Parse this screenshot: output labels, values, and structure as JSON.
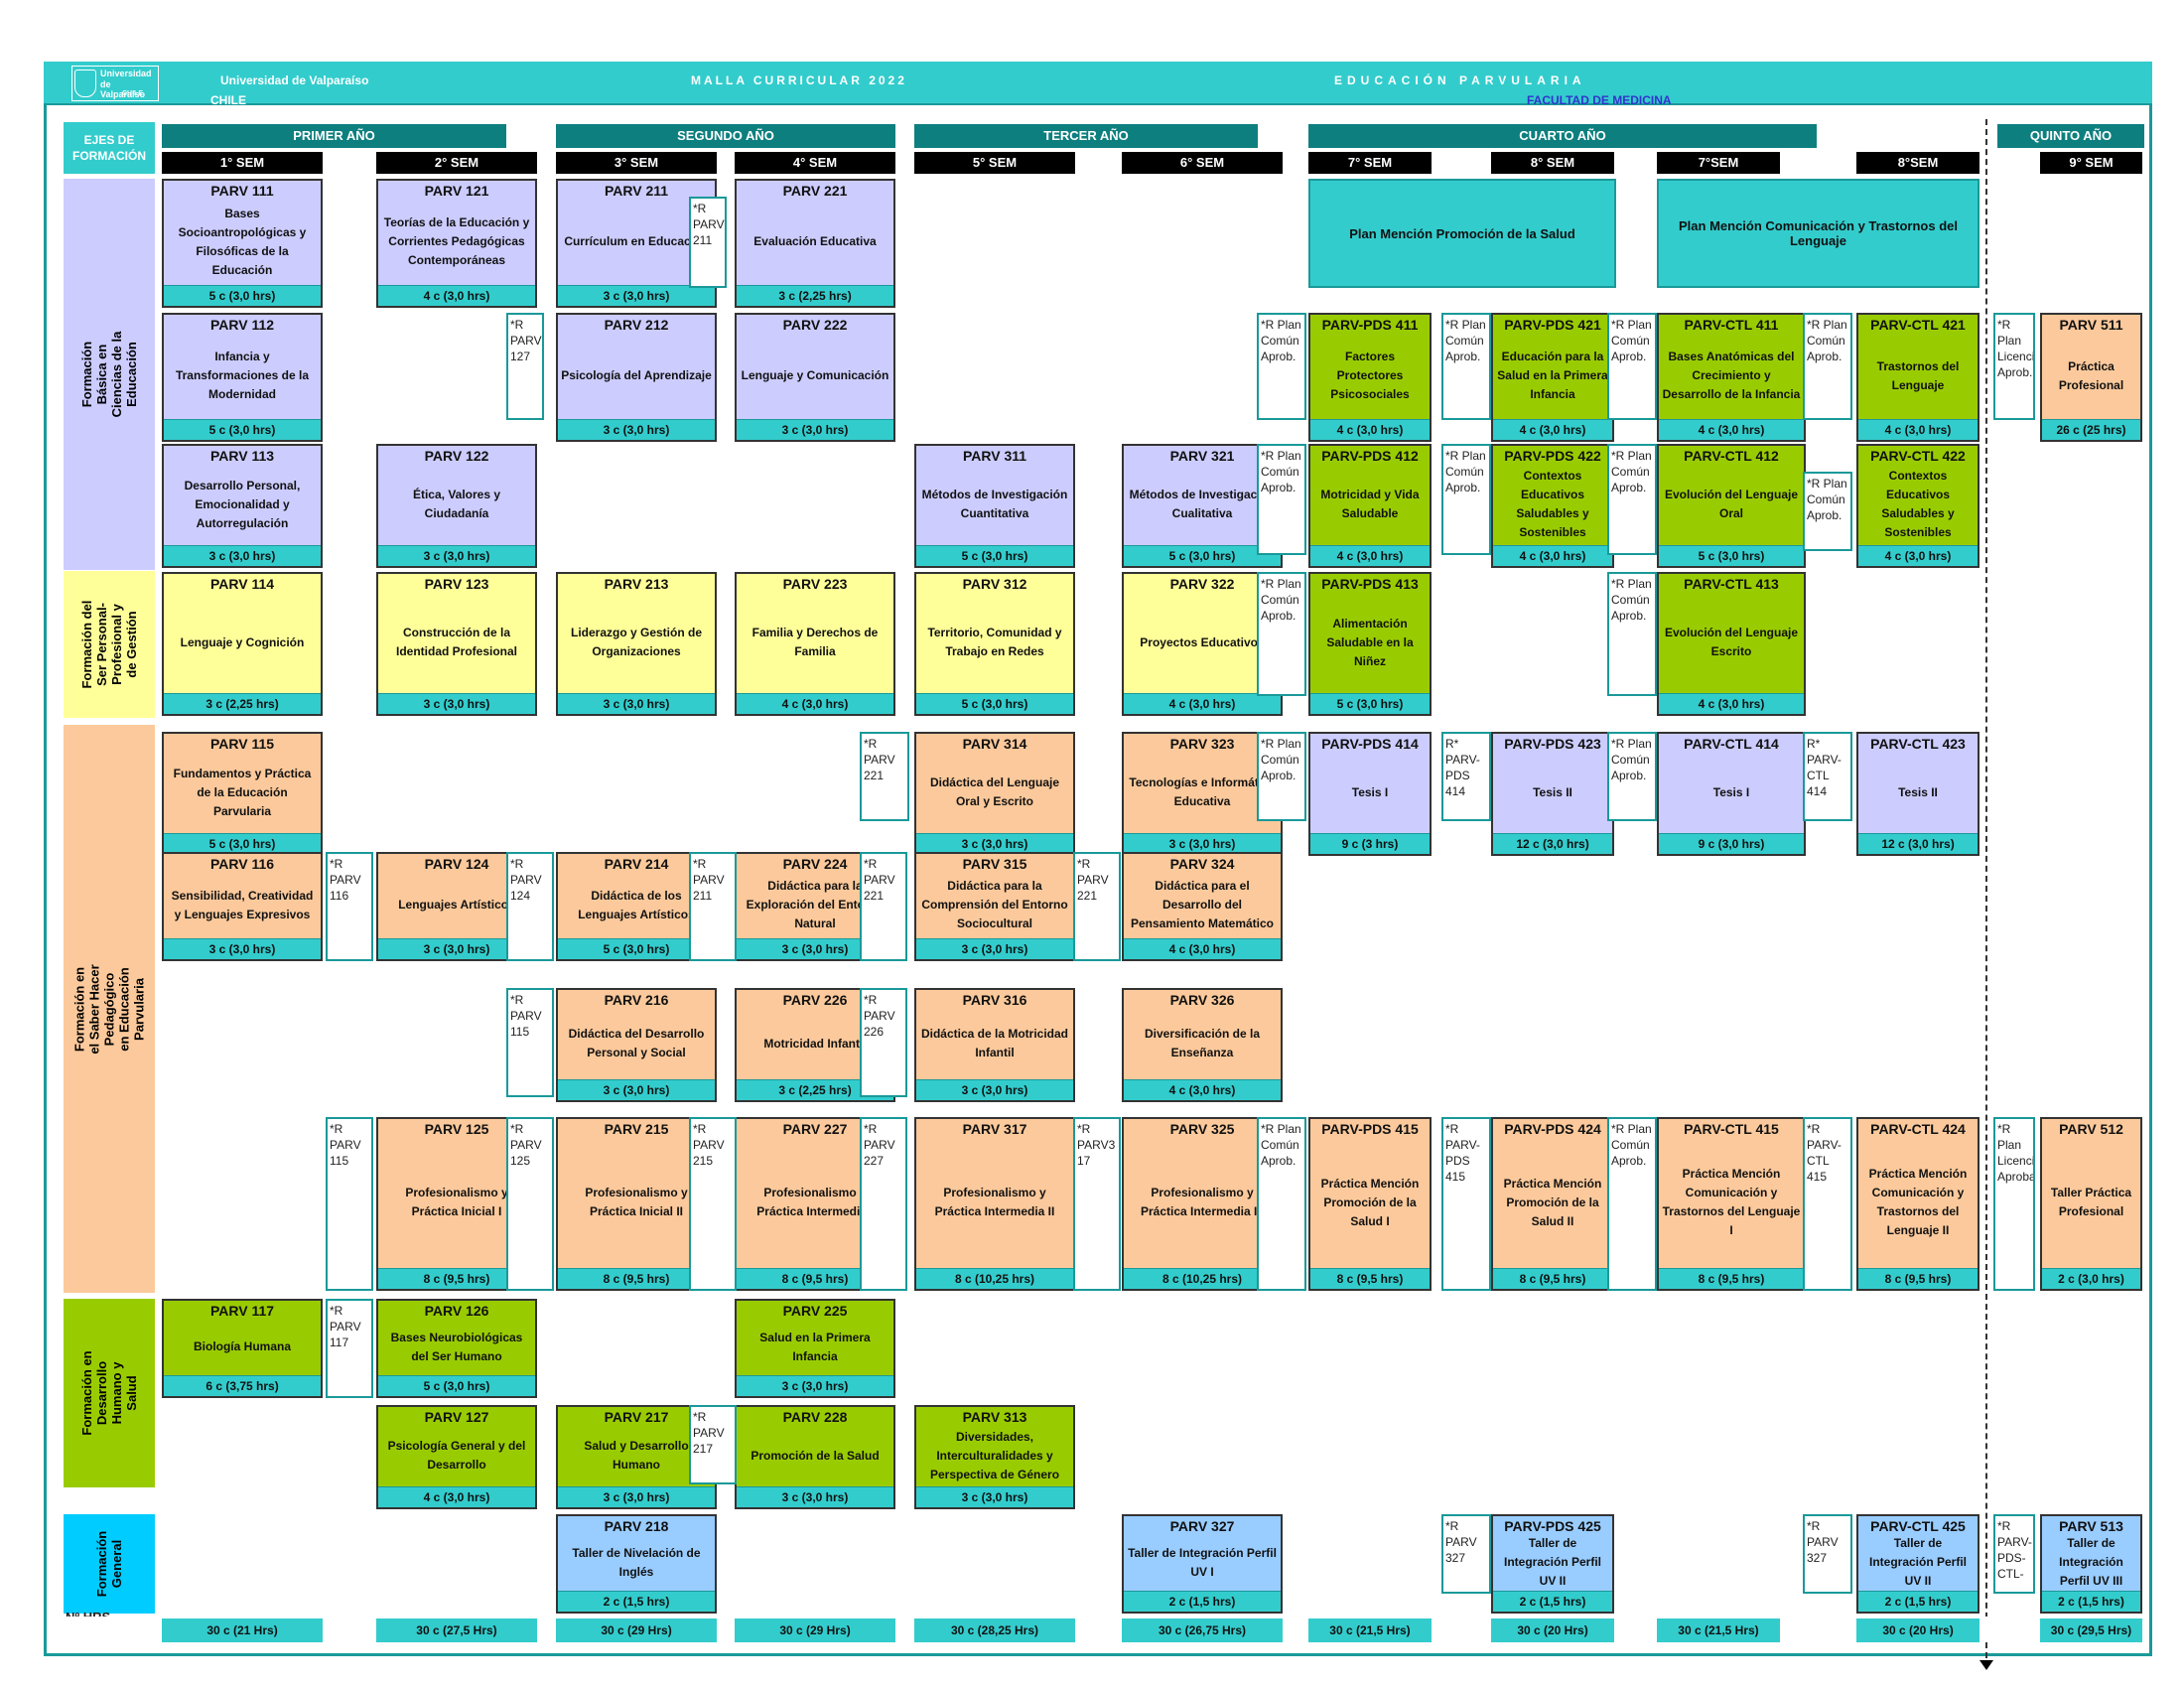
{
  "header": {
    "logo_lines": [
      "Universidad",
      "de Valparaíso",
      "CHILE"
    ],
    "university": "Universidad de Valparaíso",
    "country": "CHILE",
    "malla": "MALLA CURRICULAR 2022",
    "career": "EDUCACIÓN  PARVULARIA",
    "faculty": "FACULTAD DE MEDICINA"
  },
  "axes_header": "EJES DE FORMACIÓN",
  "years": [
    "PRIMER AÑO",
    "SEGUNDO AÑO",
    "TERCER AÑO",
    "CUARTO AÑO",
    "QUINTO AÑO"
  ],
  "semesters": [
    "1° SEM",
    "2° SEM",
    "3° SEM",
    "4° SEM",
    "5° SEM",
    "6° SEM",
    "7° SEM",
    "8° SEM",
    "7°SEM",
    "8°SEM",
    "9° SEM"
  ],
  "axes": [
    "Formación Básica en Ciencias de la Educación",
    "Formación del Ser Personal-Profesional y de Gestión",
    "Formación en el Saber Hacer Pedagógico en Educación Parvularia",
    "Formación en Desarrollo Humano y Salud",
    "Formación General"
  ],
  "plans": [
    "Plan Mención Promoción de la Salud",
    "Plan Mención Comunicación y Trastornos del Lenguaje"
  ],
  "courses": [
    {
      "code": "PARV  111",
      "name": "Bases Socioantropológicas y Filosóficas de la Educación",
      "credits": "5 c (3,0 hrs)",
      "color": "purple"
    },
    {
      "code": "PARV  121",
      "name": "Teorías de la Educación y Corrientes Pedagógicas Contemporáneas",
      "credits": "4 c (3,0 hrs)",
      "color": "purple"
    },
    {
      "code": "PARV  211",
      "name": "Currículum en Educación",
      "credits": "3 c (3,0 hrs)",
      "color": "purple"
    },
    {
      "code": "PARV  221",
      "name": "Evaluación Educativa",
      "credits": "3 c (2,25 hrs)",
      "color": "purple"
    },
    {
      "code": "PARV  112",
      "name": "Infancia y Transformaciones  de la Modernidad",
      "credits": "5 c (3,0 hrs)",
      "color": "purple"
    },
    {
      "code": "PARV  212",
      "name": "Psicología del Aprendizaje",
      "credits": "3 c (3,0 hrs)",
      "color": "purple"
    },
    {
      "code": "PARV  222",
      "name": "Lenguaje y Comunicación",
      "credits": "3 c (3,0 hrs)",
      "color": "purple"
    },
    {
      "code": "PARV  113",
      "name": "Desarrollo Personal, Emocionalidad y Autorregulación",
      "credits": "3 c (3,0 hrs)",
      "color": "purple"
    },
    {
      "code": "PARV  122",
      "name": "Ética, Valores y Ciudadanía",
      "credits": "3 c (3,0 hrs)",
      "color": "purple"
    },
    {
      "code": "PARV  311",
      "name": "Métodos de Investigación Cuantitativa",
      "credits": "5 c (3,0 hrs)",
      "color": "purple"
    },
    {
      "code": "PARV  321",
      "name": "Métodos de Investigación Cualitativa",
      "credits": "5 c (3,0 hrs)",
      "color": "purple"
    },
    {
      "code": "PARV-PDS 411",
      "name": "Factores Protectores Psicosociales",
      "credits": "4 c (3,0 hrs)",
      "color": "green"
    },
    {
      "code": "PARV-PDS 421",
      "name": "Educación para la Salud  en la Primera Infancia",
      "credits": "4 c (3,0 hrs)",
      "color": "green"
    },
    {
      "code": "PARV-CTL 411",
      "name": "Bases Anatómicas del Crecimiento y Desarrollo de la Infancia",
      "credits": "4 c (3,0 hrs)",
      "color": "green"
    },
    {
      "code": "PARV-CTL 421",
      "name": "Trastornos del Lenguaje",
      "credits": "4 c (3,0 hrs)",
      "color": "green"
    },
    {
      "code": "PARV 511",
      "name": "Práctica Profesional",
      "credits": "26 c (25 hrs)",
      "color": "orange"
    },
    {
      "code": "PARV-PDS 412",
      "name": "Motricidad y Vida Saludable",
      "credits": "4 c (3,0 hrs)",
      "color": "green"
    },
    {
      "code": "PARV-PDS 422",
      "name": "Contextos Educativos Saludables y Sostenibles",
      "credits": "4 c (3,0 hrs)",
      "color": "green"
    },
    {
      "code": "PARV-CTL 412",
      "name": "Evolución del Lenguaje Oral",
      "credits": "5 c (3,0 hrs)",
      "color": "green"
    },
    {
      "code": "PARV-CTL 422",
      "name": "Contextos Educativos Saludables  y Sostenibles",
      "credits": "4 c (3,0 hrs)",
      "color": "green"
    },
    {
      "code": "PARV  114",
      "name": "Lenguaje y Cognición",
      "credits": "3 c (2,25 hrs)",
      "color": "yellow"
    },
    {
      "code": "PARV  123",
      "name": "Construcción de la Identidad Profesional",
      "credits": "3 c (3,0 hrs)",
      "color": "yellow"
    },
    {
      "code": "PARV  213",
      "name": "Liderazgo y Gestión de Organizaciones",
      "credits": "3 c (3,0 hrs)",
      "color": "yellow"
    },
    {
      "code": "PARV  223",
      "name": "Familia y Derechos de Familia",
      "credits": "4 c (3,0 hrs)",
      "color": "yellow"
    },
    {
      "code": "PARV  312",
      "name": "Territorio, Comunidad  y Trabajo en Redes",
      "credits": "5 c (3,0 hrs)",
      "color": "yellow"
    },
    {
      "code": "PARV  322",
      "name": "Proyectos Educativos",
      "credits": "4 c (3,0 hrs)",
      "color": "yellow"
    },
    {
      "code": "PARV-PDS 413",
      "name": "Alimentación Saludable en la Niñez",
      "credits": "5 c (3,0 hrs)",
      "color": "green"
    },
    {
      "code": "PARV-CTL 413",
      "name": "Evolución del Lenguaje Escrito",
      "credits": "4 c (3,0 hrs)",
      "color": "green"
    },
    {
      "code": "PARV  115",
      "name": "Fundamentos y Práctica de la Educación Parvularia",
      "credits": "5 c (3,0 hrs)",
      "color": "orange"
    },
    {
      "code": "PARV  314",
      "name": "Didáctica del Lenguaje Oral y Escrito",
      "credits": "3 c (3,0 hrs)",
      "color": "orange"
    },
    {
      "code": "PARV  323",
      "name": "Tecnologías e Informática Educativa",
      "credits": "3 c (3,0 hrs)",
      "color": "orange"
    },
    {
      "code": "PARV-PDS 414",
      "name": "Tesis I",
      "credits": "9 c (3 hrs)",
      "color": "purple"
    },
    {
      "code": "PARV-PDS 423",
      "name": "Tesis II",
      "credits": "12 c (3,0 hrs)",
      "color": "purple"
    },
    {
      "code": "PARV-CTL 414",
      "name": "Tesis I",
      "credits": "9 c (3,0 hrs)",
      "color": "purple"
    },
    {
      "code": "PARV-CTL 423",
      "name": "Tesis II",
      "credits": "12 c (3,0 hrs)",
      "color": "purple"
    },
    {
      "code": "PARV  116",
      "name": "Sensibilidad,  Creatividad y Lenguajes Expresivos",
      "credits": "3 c (3,0 hrs)",
      "color": "orange"
    },
    {
      "code": "PARV  124",
      "name": "Lenguajes Artísticos",
      "credits": "3 c (3,0 hrs)",
      "color": "orange"
    },
    {
      "code": "PARV  214",
      "name": "Didáctica de los Lenguajes Artísticos",
      "credits": "5 c (3,0 hrs)",
      "color": "orange"
    },
    {
      "code": "PARV  224",
      "name": "Didáctica para la Exploración del Entorno Natural",
      "credits": "3 c (3,0 hrs)",
      "color": "orange"
    },
    {
      "code": "PARV  315",
      "name": "Didáctica para la Comprensión del Entorno Sociocultural",
      "credits": "3 c (3,0 hrs)",
      "color": "orange"
    },
    {
      "code": "PARV  324",
      "name": "Didáctica para el Desarrollo del Pensamiento Matemático",
      "credits": "4 c (3,0 hrs)",
      "color": "orange"
    },
    {
      "code": "PARV  216",
      "name": "Didáctica del Desarrollo Personal y Social",
      "credits": "3 c (3,0 hrs)",
      "color": "orange"
    },
    {
      "code": "PARV  226",
      "name": "Motricidad Infantil",
      "credits": "3 c (2,25 hrs)",
      "color": "orange"
    },
    {
      "code": "PARV  316",
      "name": "Didáctica de la Motricidad Infantil",
      "credits": "3 c  (3,0 hrs)",
      "color": "orange"
    },
    {
      "code": "PARV  326",
      "name": "Diversificación de la Enseñanza",
      "credits": "4 c (3,0 hrs)",
      "color": "orange"
    },
    {
      "code": "PARV  125",
      "name": "Profesionalismo y Práctica Inicial I",
      "credits": "8 c (9,5 hrs)",
      "color": "orange"
    },
    {
      "code": "PARV  215",
      "name": "Profesionalismo y Práctica Inicial II",
      "credits": "8 c (9,5 hrs)",
      "color": "orange"
    },
    {
      "code": "PARV  227",
      "name": "Profesionalismo y Práctica Intermedia I",
      "credits": "8 c (9,5 hrs)",
      "color": "orange"
    },
    {
      "code": "PARV  317",
      "name": "Profesionalismo y Práctica Intermedia II",
      "credits": "8 c (10,25 hrs)",
      "color": "orange"
    },
    {
      "code": "PARV  325",
      "name": "Profesionalismo y Práctica Intermedia III",
      "credits": "8 c (10,25 hrs)",
      "color": "orange"
    },
    {
      "code": "PARV-PDS 415",
      "name": "Práctica Mención Promoción de la Salud I",
      "credits": "8 c (9,5 hrs)",
      "color": "orange"
    },
    {
      "code": "PARV-PDS 424",
      "name": "Práctica Mención Promoción de la Salud II",
      "credits": "8 c (9,5 hrs)",
      "color": "orange"
    },
    {
      "code": "PARV-CTL 415",
      "name": "Práctica Mención Comunicación y Trastornos del Lenguaje I",
      "credits": "8 c (9,5 hrs)",
      "color": "orange"
    },
    {
      "code": "PARV-CTL 424",
      "name": "Práctica Mención Comunicación y Trastornos del Lenguaje II",
      "credits": "8 c (9,5 hrs)",
      "color": "orange"
    },
    {
      "code": "PARV 512",
      "name": "Taller Práctica Profesional",
      "credits": "2 c (3,0 hrs)",
      "color": "orange"
    },
    {
      "code": "PARV  117",
      "name": "Biología Humana",
      "credits": "6 c (3,75 hrs)",
      "color": "green"
    },
    {
      "code": "PARV  126",
      "name": "Bases Neurobiológicas del Ser Humano",
      "credits": "5 c (3,0 hrs)",
      "color": "green"
    },
    {
      "code": "PARV  225",
      "name": "Salud en la Primera Infancia",
      "credits": "3 c (3,0 hrs)",
      "color": "green"
    },
    {
      "code": "PARV  127",
      "name": "Psicología General y del Desarrollo",
      "credits": "4 c (3,0 hrs)",
      "color": "green"
    },
    {
      "code": "PARV  217",
      "name": "Salud y Desarrollo Humano",
      "credits": "3 c (3,0 hrs)",
      "color": "green"
    },
    {
      "code": "PARV  228",
      "name": "Promoción de la Salud",
      "credits": "3 c (3,0 hrs)",
      "color": "green"
    },
    {
      "code": "PARV  313",
      "name": "Diversidades, Interculturalidades y Perspectiva de Género",
      "credits": "3 c (3,0 hrs)",
      "color": "green"
    },
    {
      "code": "PARV  218",
      "name": "Taller de Nivelación de Inglés",
      "credits": "2 c (1,5 hrs)",
      "color": "blue"
    },
    {
      "code": "PARV  327",
      "name": "Taller de Integración Perfil UV I",
      "credits": "2 c (1,5 hrs)",
      "color": "blue"
    },
    {
      "code": "PARV-PDS 425",
      "name": "Taller de Integración Perfil UV II",
      "credits": "2 c (1,5 hrs)",
      "color": "blue"
    },
    {
      "code": "PARV-CTL 425",
      "name": "Taller de Integración Perfil UV II",
      "credits": "2 c (1,5 hrs)",
      "color": "blue"
    },
    {
      "code": "PARV 513",
      "name": "Taller de Integración Perfil UV III",
      "credits": "2 c (1,5 hrs)",
      "color": "blue"
    }
  ],
  "prereqs": [
    "*R PARV 211",
    "*R PARV 127",
    "*R Plan Común Aprob.",
    "*R Plan Común Aprob.",
    "*R Plan Común Aprob.",
    "*R Plan Común Aprob.",
    "*R Plan Licenciatura Aprob.",
    "*R Plan Común Aprob.",
    "*R Plan Común Aprob.",
    "*R Plan Común Aprob.",
    "*R Plan Común Aprob.",
    "*R Plan Común Aprob.",
    "*R Plan Común Aprob.",
    "*R PARV 221",
    "*R Plan Común Aprob.",
    "R* PARV-PDS 414",
    "*R Plan Común Aprob.",
    "R* PARV-CTL 414",
    "*R PARV 116",
    "*R PARV 124",
    "*R PARV 211",
    "*R PARV 221",
    "*R PARV 221",
    "*R PARV 115",
    "*R PARV 226",
    "*R PARV 115",
    "*R PARV 125",
    "*R PARV 215",
    "*R PARV 227",
    "*R PARV3 17",
    "*R Plan Común Aprob.",
    "*R PARV-PDS 415",
    "*R Plan Común Aprob.",
    "*R PARV-CTL 415",
    "*R Plan Licenciatura Aprobado",
    "*R PARV 117",
    "*R PARV 217",
    "*R PARV 327",
    "*R PARV 327",
    "*R PARV-PDS-CTL-"
  ],
  "totals_label": "Nº HRS. SEM",
  "totals": [
    "30 c (21 Hrs)",
    "30 c (27,5 Hrs)",
    "30 c (29 Hrs)",
    "30 c (29 Hrs)",
    "30 c (28,25 Hrs)",
    "30 c (26,75 Hrs)",
    "30 c (21,5 Hrs)",
    "30 c (20 Hrs)",
    "30 c (21,5 Hrs)",
    "30 c (20 Hrs)",
    "30 c (29,5 Hrs)"
  ],
  "colors": {
    "teal": "#33cccc",
    "purple": "#ccccff",
    "yellow": "#ffff99",
    "orange": "#fbc99b",
    "green": "#99cc00",
    "blue": "#99ccff"
  }
}
